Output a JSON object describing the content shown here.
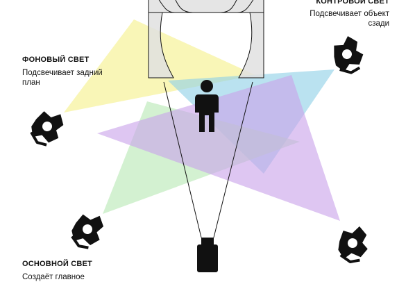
{
  "lights": {
    "back": {
      "title": "КОНТРОВОЙ СВЕТ",
      "description": "Подсвечивает объект сзади"
    },
    "fill": {
      "title": "ФОНОВЫЙ СВЕТ",
      "description": "Подсвечивает задний план"
    },
    "key": {
      "title": "ОСНОВНОЙ СВЕТ",
      "description": "Создаёт главное"
    }
  },
  "colors": {
    "yellow_beam": "#f5f08a",
    "blue_beam": "#8fd0e6",
    "purple_beam": "#c9a3ea",
    "green_beam": "#b8e8b5",
    "curtain_fill": "#e0e0e0",
    "stroke": "#111111"
  }
}
